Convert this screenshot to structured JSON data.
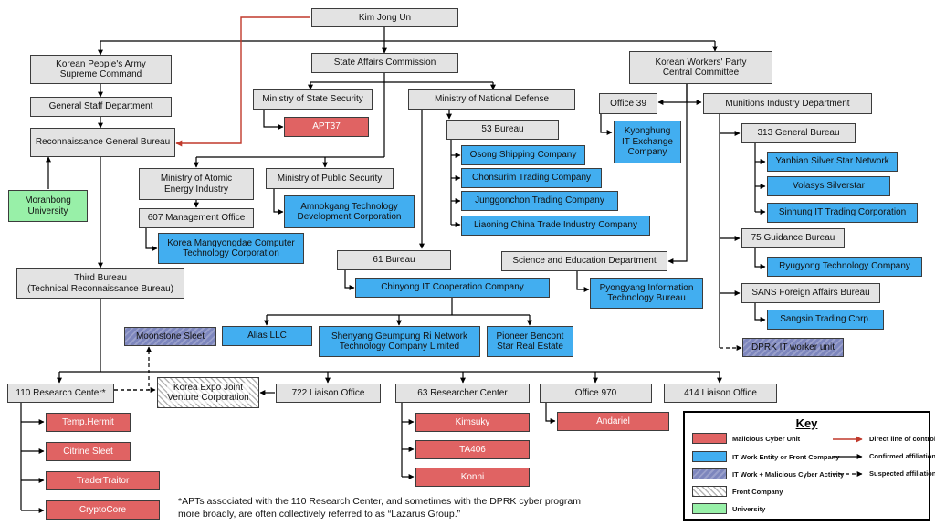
{
  "colors": {
    "malicious": "#e06363",
    "it_front": "#42aef0",
    "it_malicious": "#7d86bd",
    "front": "#d0d0d0",
    "university": "#98f0a8",
    "org": "#e3e3e3",
    "control_line": "#c0392b",
    "line": "#000000"
  },
  "nodes": {
    "kim": "Kim Jong Un",
    "kpa": "Korean People's Army\nSupreme Command",
    "sac": "State Affairs Commission",
    "wpk": "Korean Workers' Party\nCentral Committee",
    "gsd": "General Staff Department",
    "rgb": "Reconnaissance General Bureau",
    "mss": "Ministry of State Security",
    "apt37": "APT37",
    "mnd": "Ministry of National Defense",
    "office39": "Office 39",
    "mid": "Munitions Industry Department",
    "b53": "53 Bureau",
    "osong": "Osong Shipping Company",
    "kyonghung": "Kyonghung\nIT Exchange\nCompany",
    "gb313": "313 General Bureau",
    "chonsurim": "Chonsurim Trading Company",
    "yanbian": "Yanbian Silver Star Network",
    "maei": "Ministry of Atomic\nEnergy Industry",
    "mps": "Ministry of Public Security",
    "junggon": "Junggonchon Trading Company",
    "volasys": "Volasys Silverstar",
    "moranbong": "Moranbong\nUniversity",
    "amnok": "Amnokgang Technology\nDevelopment Corporation",
    "mgmt607": "607 Management Office",
    "liaoning": "Liaoning China Trade Industry Company",
    "sinhung": "Sinhung IT Trading Corporation",
    "mangyong": "Korea Mangyongdae Computer\nTechnology Corporation",
    "b75": "75 Guidance Bureau",
    "b61": "61 Bureau",
    "sed": "Science and Education Department",
    "ryugyong": "Ryugyong Technology Company",
    "third": "Third Bureau\n(Technical Reconnaissance Bureau)",
    "chinyong": "Chinyong IT Cooperation Company",
    "pyongyang": "Pyongyang Information\nTechnology Bureau",
    "sans": "SANS Foreign Affairs Bureau",
    "sangsin": "Sangsin Trading Corp.",
    "moonstone": "Moonstone Sleet",
    "alias": "Alias LLC",
    "shenyang": "Shenyang Geumpung Ri Network\nTechnology Company Limited",
    "pioneer": "Pioneer Bencont\nStar Real Estate",
    "itworker": "DPRK IT worker unit",
    "rc110": "110 Research Center*",
    "expo": "Korea Expo Joint\nVenture Corporation",
    "lo722": "722 Liaison Office",
    "rc63": "63 Researcher Center",
    "office970": "Office 970",
    "lo414": "414 Liaison Office",
    "temphermit": "Temp.Hermit",
    "kimsuky": "Kimsuky",
    "andariel": "Andariel",
    "citrine": "Citrine Sleet",
    "ta406": "TA406",
    "trader": "TraderTraitor",
    "konni": "Konni",
    "cryptocore": "CryptoCore"
  },
  "footnote": "*APTs associated with the 110 Research Center, and sometimes with the DPRK cyber program more broadly, are often collectively referred to as “Lazarus Group.”",
  "key": {
    "title": "Key",
    "fill_items": [
      {
        "label": "Malicious Cyber Unit",
        "kind": "malicious"
      },
      {
        "label": "IT Work Entity or Front Company",
        "kind": "it_front"
      },
      {
        "label": "IT Work + Malicious Cyber Activity",
        "kind": "it_malicious"
      },
      {
        "label": "Front Company",
        "kind": "front"
      },
      {
        "label": "University",
        "kind": "university"
      }
    ],
    "line_items": [
      {
        "label": "Direct line of control",
        "style": "red"
      },
      {
        "label": "Confirmed affiliation",
        "style": "solid"
      },
      {
        "label": "Suspected affiliation",
        "style": "dashed"
      }
    ]
  }
}
